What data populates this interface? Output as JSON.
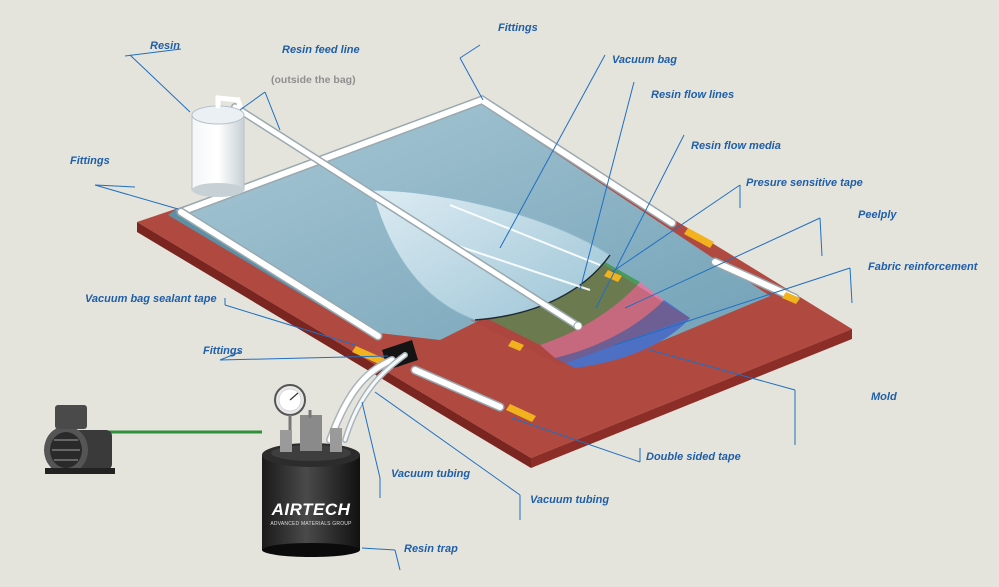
{
  "labels": {
    "resin": "Resin",
    "resin_feed_line": "Resin feed line",
    "outside_bag": "(outside the bag)",
    "fittings_top": "Fittings",
    "vacuum_bag": "Vacuum bag",
    "resin_flow_lines": "Resin flow lines",
    "resin_flow_media": "Resin flow media",
    "pressure_tape": "Presure sensitive tape",
    "peelply": "Peelply",
    "fabric_reinforcement": "Fabric reinforcement",
    "fittings_left": "Fittings",
    "sealant_tape": "Vacuum bag sealant tape",
    "fittings_bottom": "Fittings",
    "mold": "Mold",
    "double_sided_tape": "Double sided  tape",
    "vacuum_tubing_1": "Vacuum tubing",
    "vacuum_tubing_2": "Vacuum tubing",
    "resin_trap": "Resin trap"
  },
  "brand": {
    "name": "AIRTECH",
    "tagline": "ADVANCED MATERIALS GROUP"
  },
  "colors": {
    "background": "#e5e4dc",
    "mold": "#9e3a33",
    "bag": "#8bbccf",
    "tape_yellow": "#f2b21e",
    "label_blue": "#1f5ea8",
    "vacuum_line": "#2f8f3a"
  }
}
